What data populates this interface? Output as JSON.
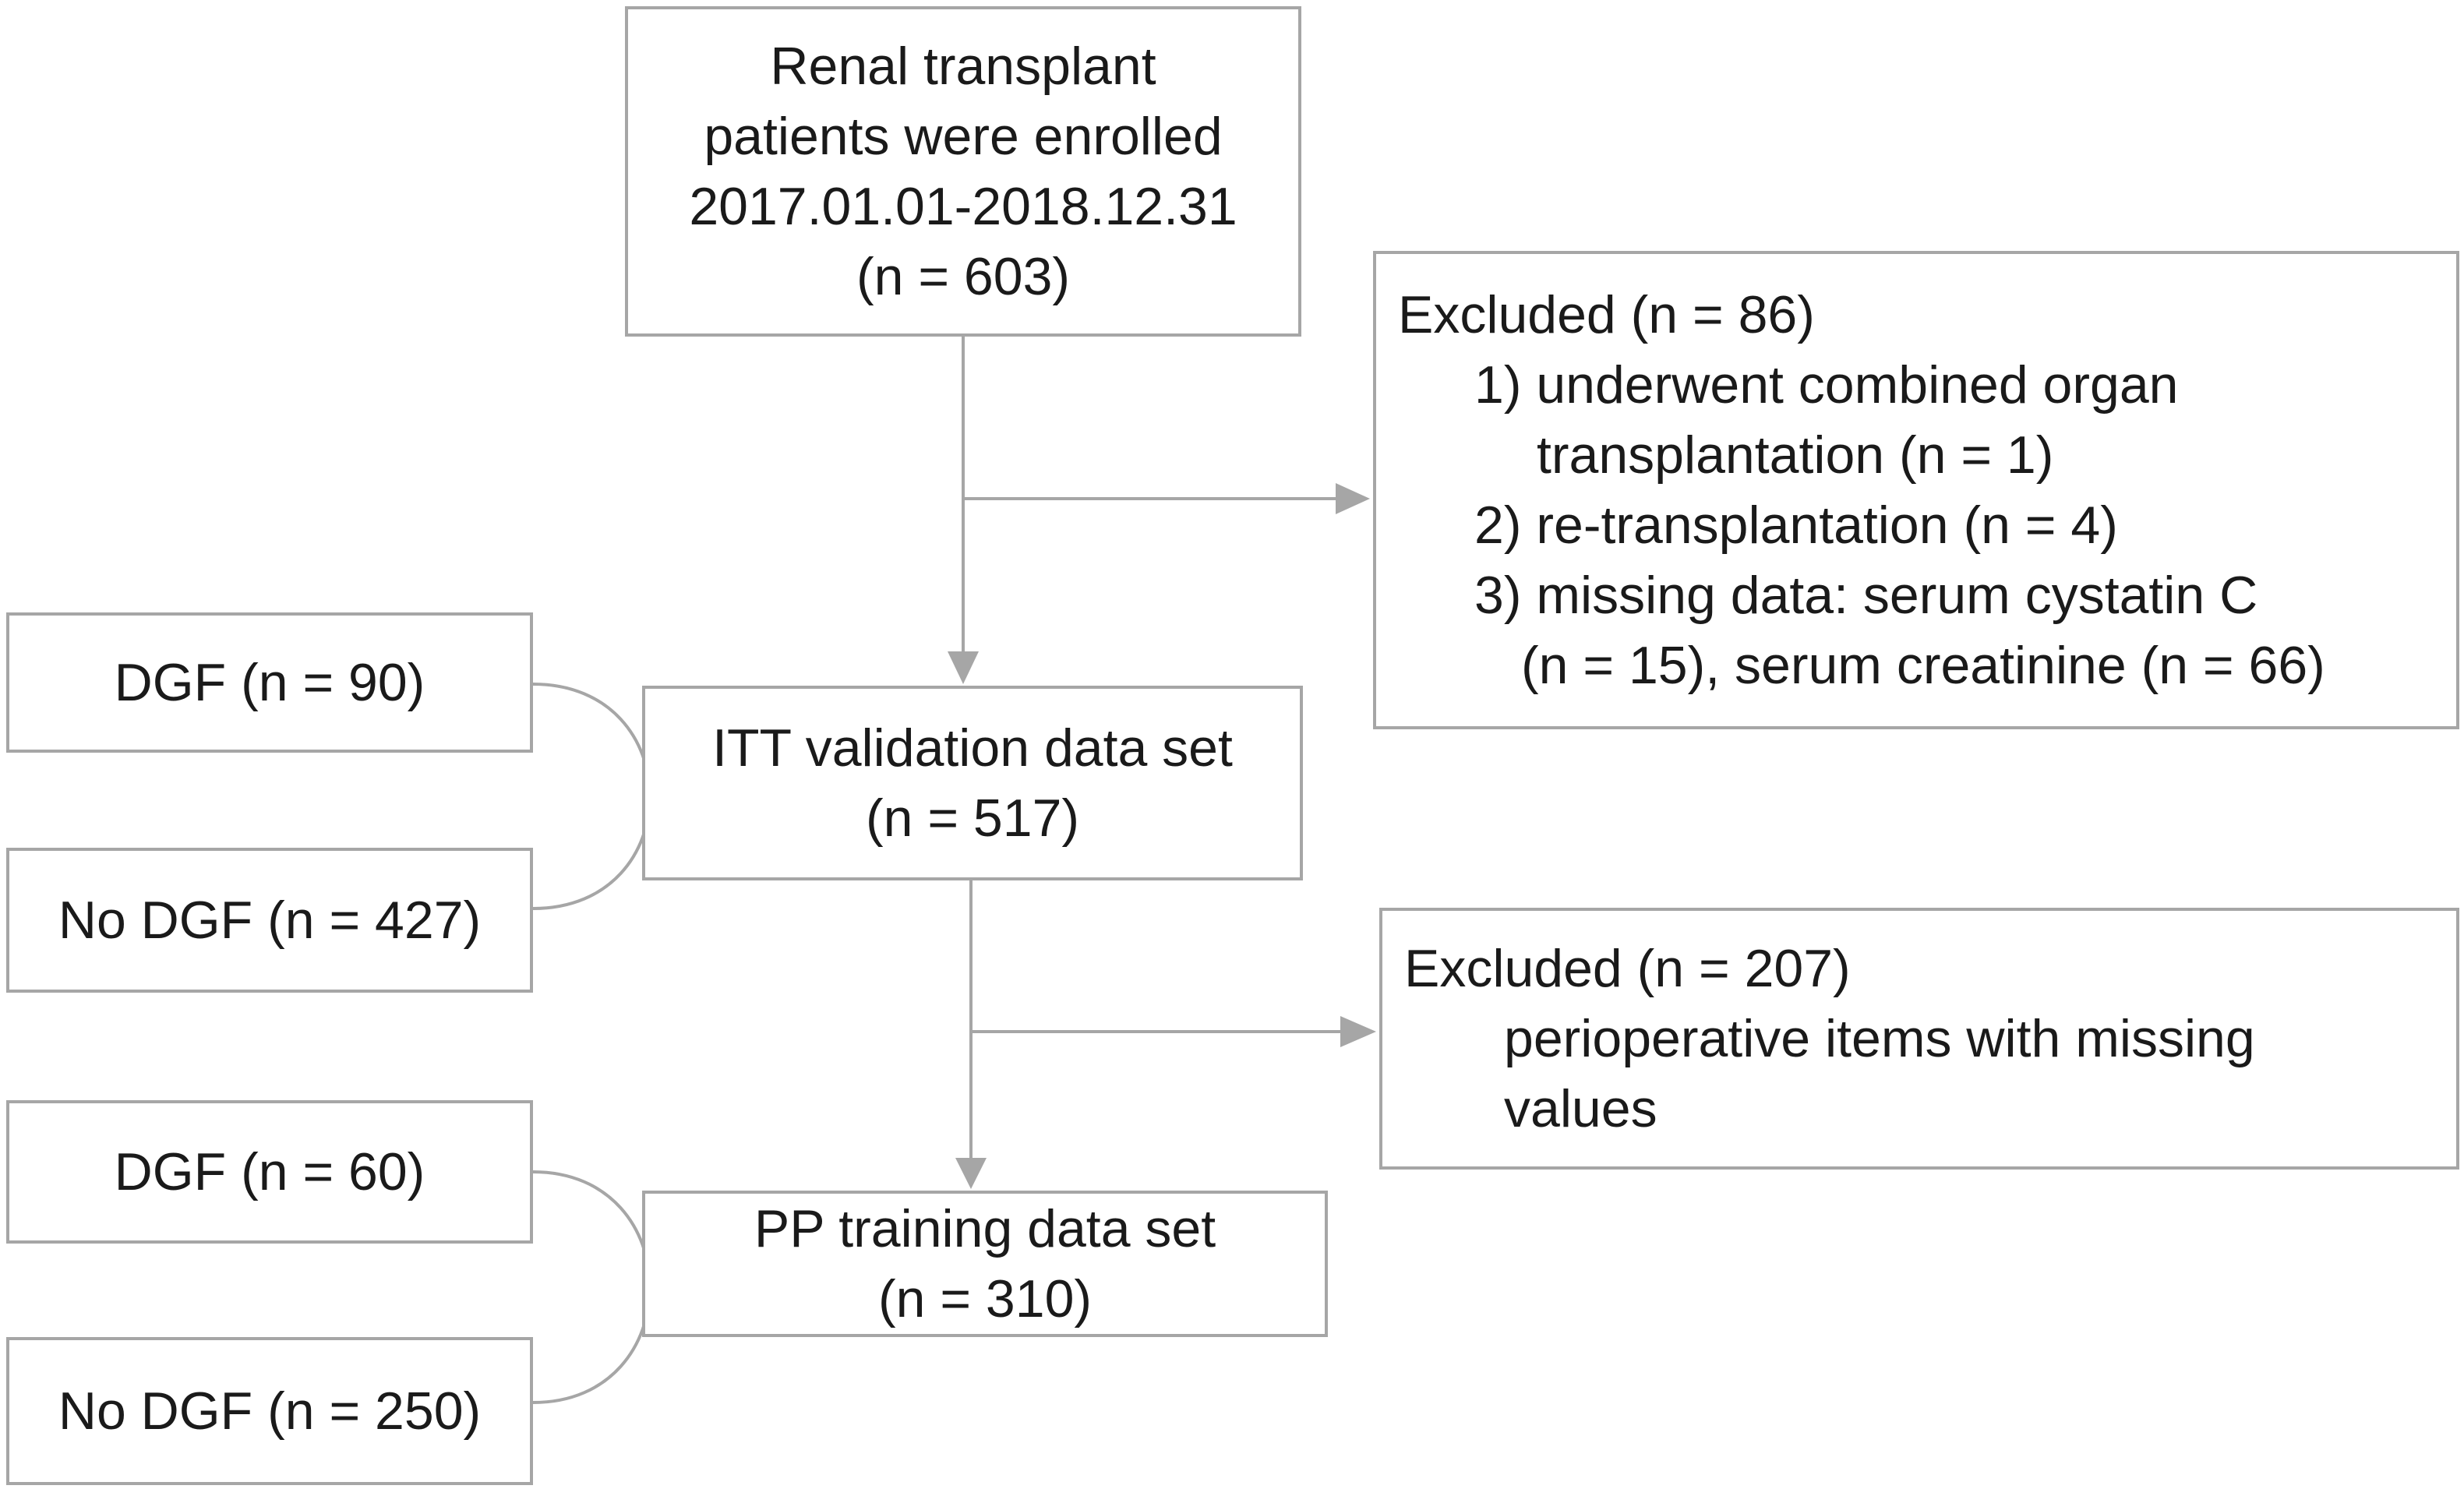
{
  "enrollment": {
    "lines": [
      "Renal transplant",
      "patients were enrolled",
      "2017.01.01-2018.12.31",
      "(n = 603)"
    ]
  },
  "exclusion_first": {
    "title": "Excluded (n = 86)",
    "lines": [
      "1) underwent combined organ",
      "transplantation (n = 1)",
      "2) re-transplantation (n = 4)",
      "3) missing data: serum cystatin C",
      "(n = 15), serum creatinine (n = 66)"
    ]
  },
  "itt_set": {
    "lines": [
      "ITT validation data set",
      "(n = 517)"
    ]
  },
  "exclusion_second": {
    "title": "Excluded (n = 207)",
    "lines": [
      "perioperative items with missing",
      "values"
    ]
  },
  "pp_set": {
    "lines": [
      "PP training data set",
      "(n = 310)"
    ]
  },
  "itt_groups": {
    "dgf": "DGF (n = 90)",
    "no_dgf": "No DGF (n = 427)"
  },
  "pp_groups": {
    "dgf": "DGF (n = 60)",
    "no_dgf": "No DGF (n = 250)"
  },
  "colors": {
    "border": "#a6a6a6",
    "connector": "#a6a6a6",
    "text": "#1a1a1a"
  }
}
